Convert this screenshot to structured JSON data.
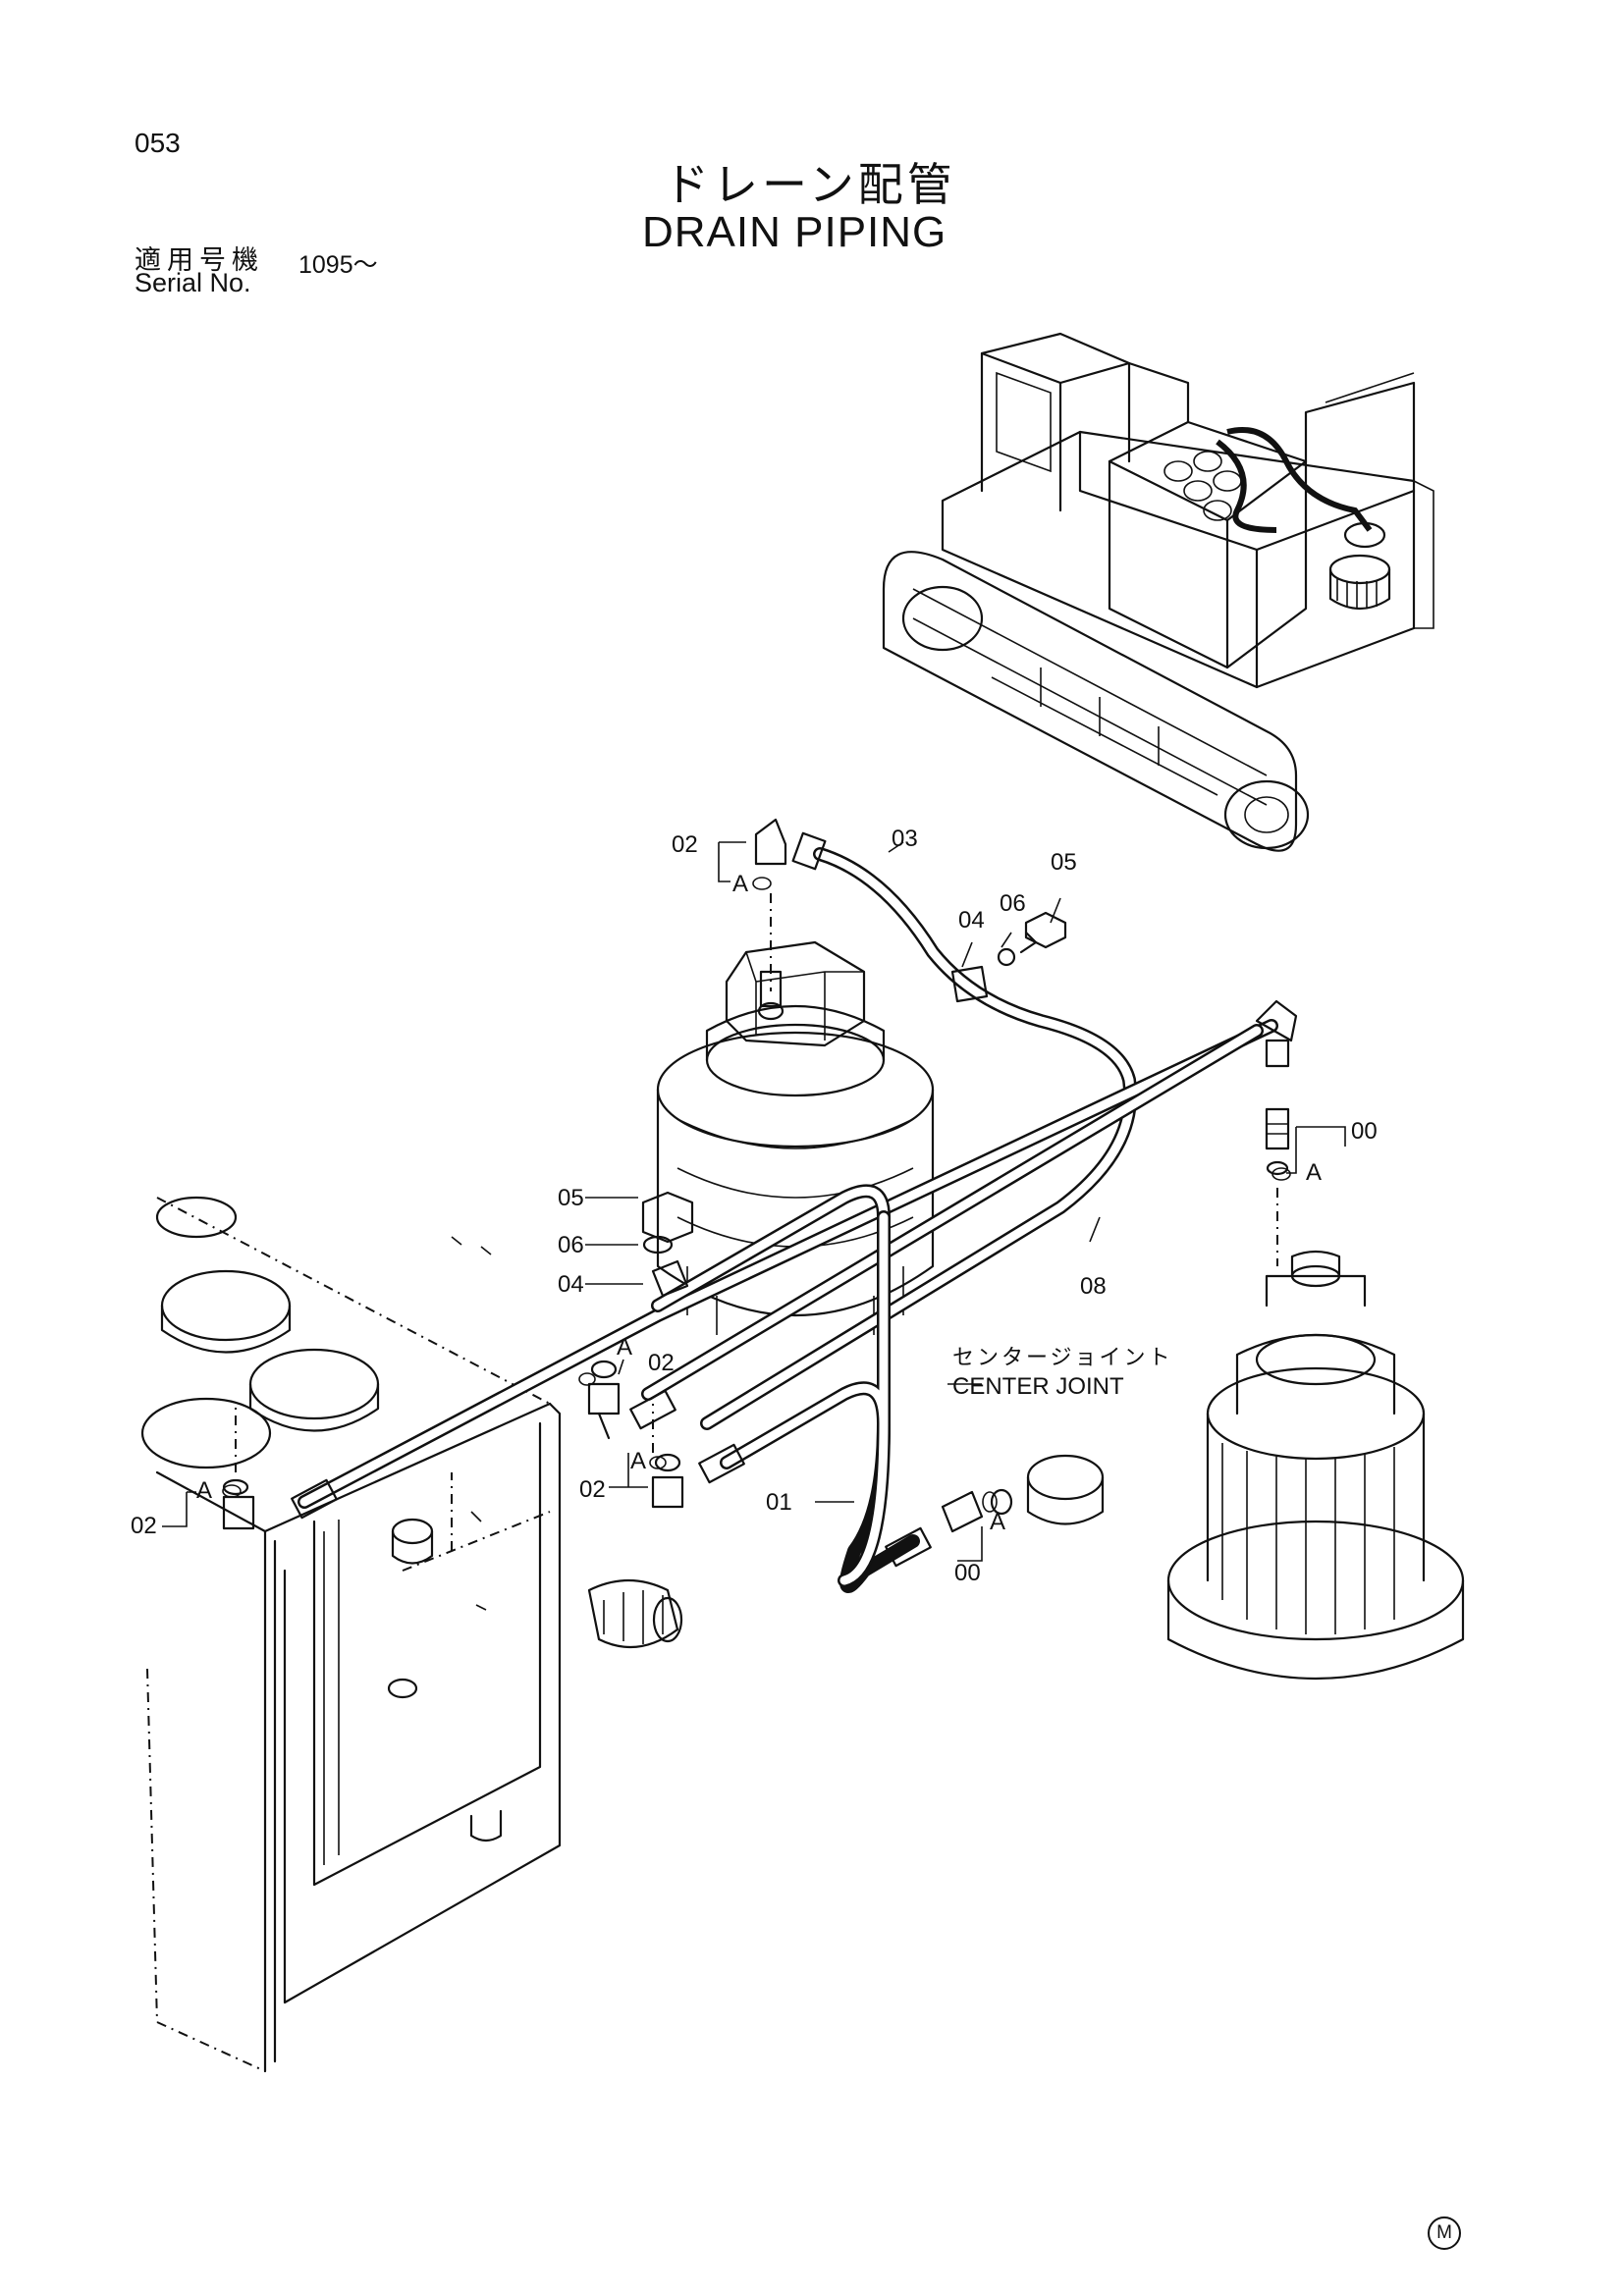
{
  "header": {
    "page_number": "053",
    "title_jp": "ドレーン配管",
    "title_en": "DRAIN PIPING",
    "serial_label_jp": "適用号機",
    "serial_label_en": "Serial No.",
    "serial_value": "1095～"
  },
  "callouts": {
    "c02_top": "02",
    "a_top": "A",
    "c03": "03",
    "c04_right": "04",
    "c06_right": "06",
    "c05_right": "05",
    "c00_right": "00",
    "a_right": "A",
    "c05_left": "05",
    "c06_left": "06",
    "c04_left": "04",
    "c08": "08",
    "a_mid": "A",
    "c02_mid": "02",
    "a_mid2": "A",
    "c02_mid2": "02",
    "a_left": "A",
    "c02_left": "02",
    "c01": "01",
    "a_bottom": "A",
    "c00_bottom": "00"
  },
  "center_joint": {
    "label_jp": "センタージョイント",
    "label_en": "CENTER JOINT"
  },
  "footer": {
    "mark": "M"
  }
}
